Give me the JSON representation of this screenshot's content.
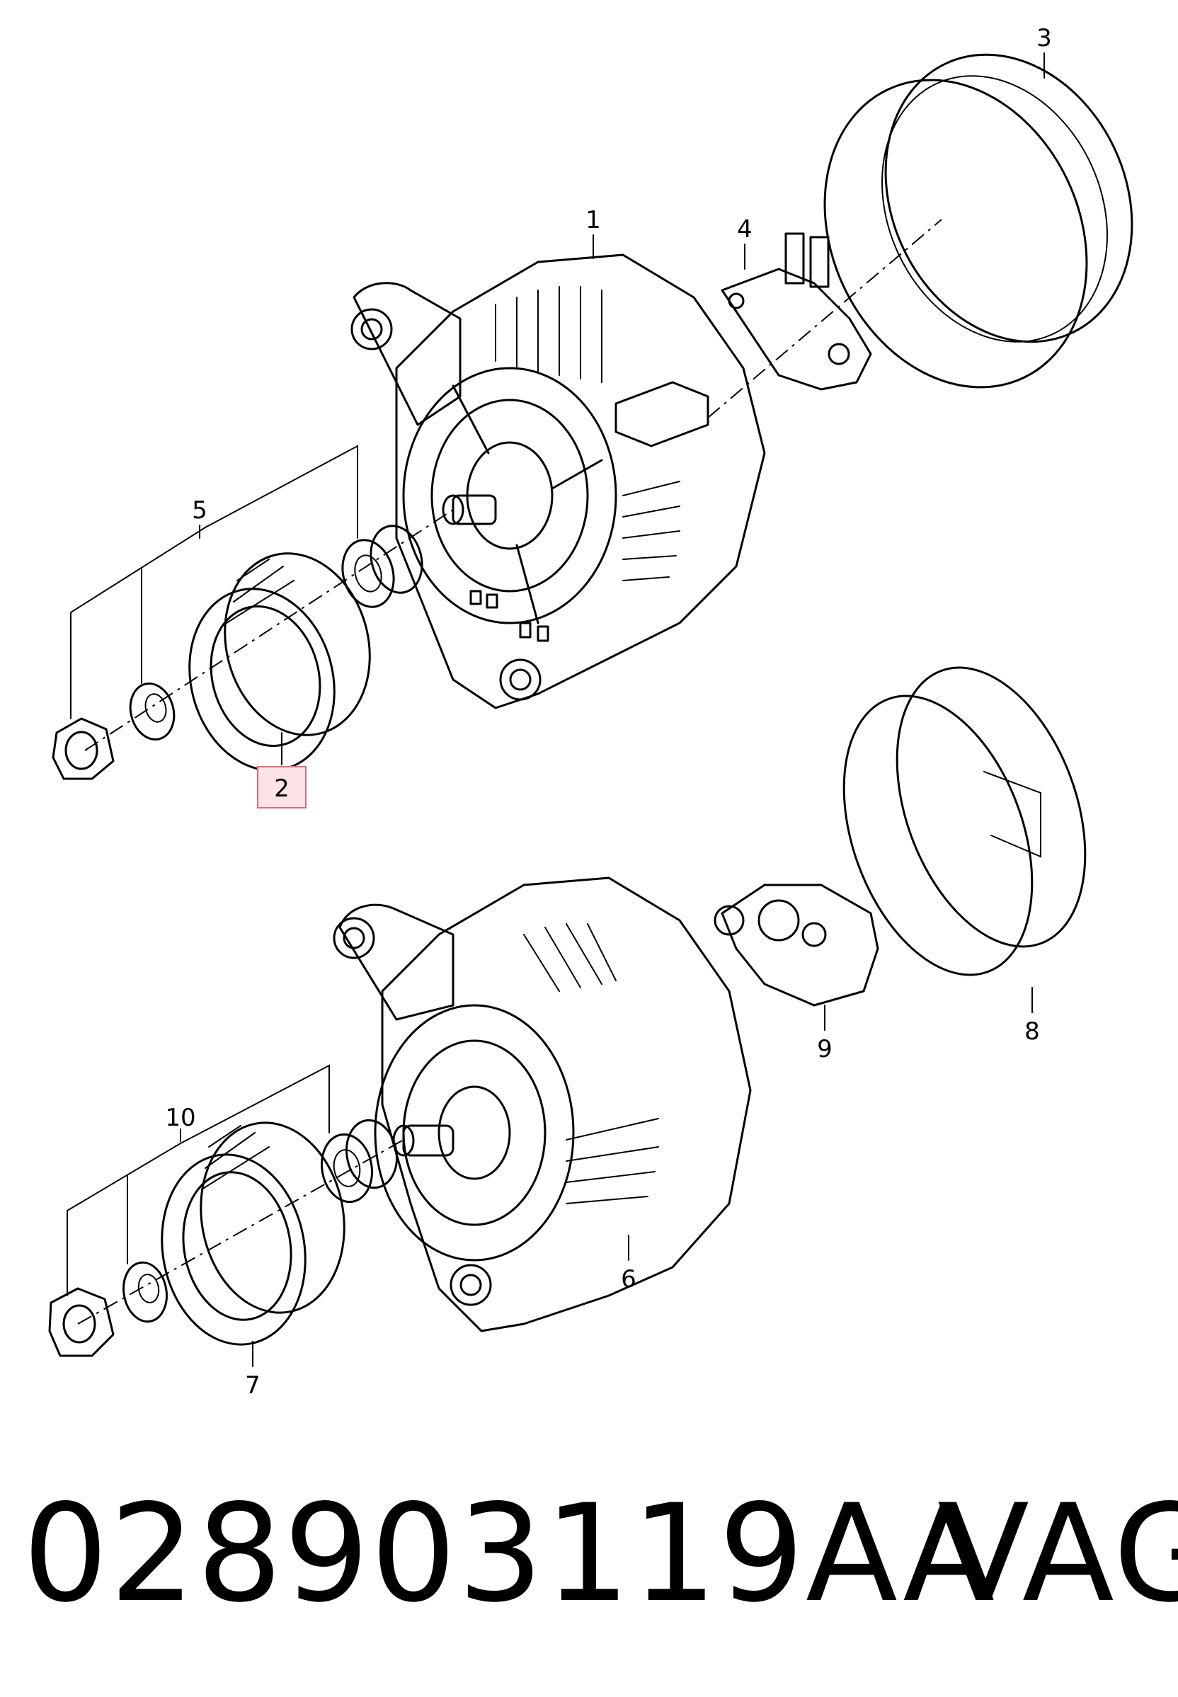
{
  "callouts": [
    {
      "id": "1",
      "label": "1"
    },
    {
      "id": "2",
      "label": "2"
    },
    {
      "id": "3",
      "label": "3"
    },
    {
      "id": "4",
      "label": "4"
    },
    {
      "id": "5",
      "label": "5"
    },
    {
      "id": "6",
      "label": "6"
    },
    {
      "id": "7",
      "label": "7"
    },
    {
      "id": "8",
      "label": "8"
    },
    {
      "id": "9",
      "label": "9"
    },
    {
      "id": "10",
      "label": "10"
    }
  ],
  "highlight": {
    "callout": "2",
    "color": "#e06a7a",
    "fill": "#fbe3e7"
  },
  "footer": {
    "part_number": "028903119AA",
    "brand": "VAG"
  }
}
